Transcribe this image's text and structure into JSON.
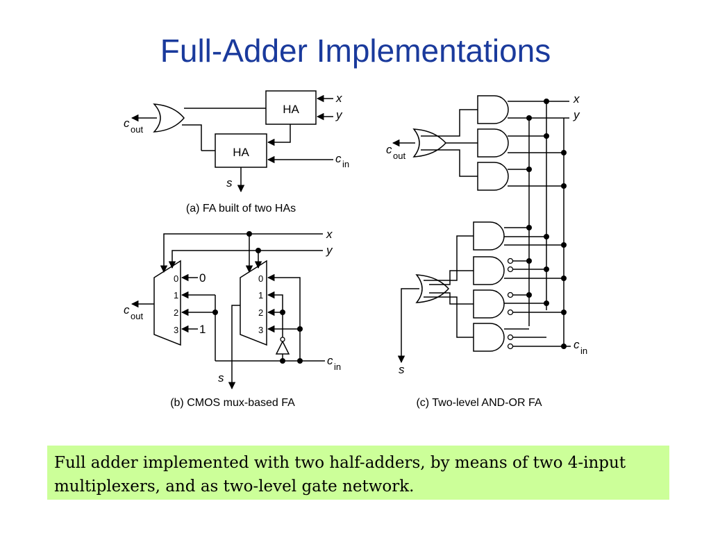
{
  "title": "Full-Adder Implementations",
  "caption": " Full adder implemented with two half-adders, by means of two 4-input multiplexers, and as two-level gate network.",
  "colors": {
    "title": "#1a3a9c",
    "caption_bg": "#ccff99"
  },
  "diagram_a": {
    "ha_label": "HA",
    "x": "x",
    "y": "y",
    "c": "c",
    "c_in_sub": "in",
    "c_out_sub": "out",
    "s": "s",
    "caption": "(a) FA built of two HAs"
  },
  "diagram_b": {
    "x": "x",
    "y": "y",
    "c": "c",
    "c_in_sub": "in",
    "c_out_sub": "out",
    "s": "s",
    "mux_inputs": [
      "0",
      "1",
      "2",
      "3"
    ],
    "const_zero": "0",
    "const_one": "1",
    "caption": "(b) CMOS mux-based FA"
  },
  "diagram_c": {
    "x": "x",
    "y": "y",
    "c": "c",
    "c_in_sub": "in",
    "c_out_sub": "out",
    "s": "s",
    "caption": "(c) Two-level AND-OR FA"
  }
}
